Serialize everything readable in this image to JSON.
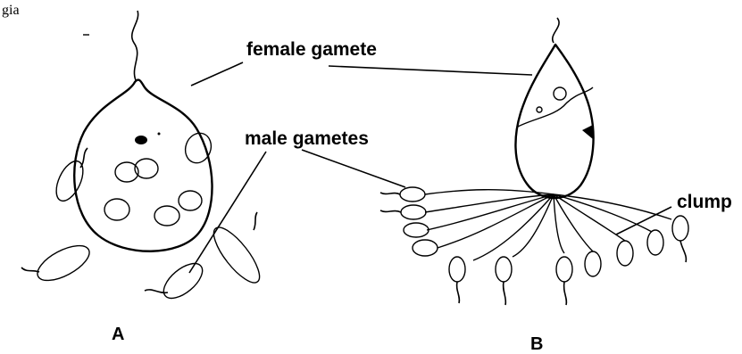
{
  "corner_fragment": "gia",
  "labels": {
    "female_gamete": "female gamete",
    "male_gametes": "male gametes",
    "clump": "clump"
  },
  "panels": {
    "a": "A",
    "b": "B"
  }
}
